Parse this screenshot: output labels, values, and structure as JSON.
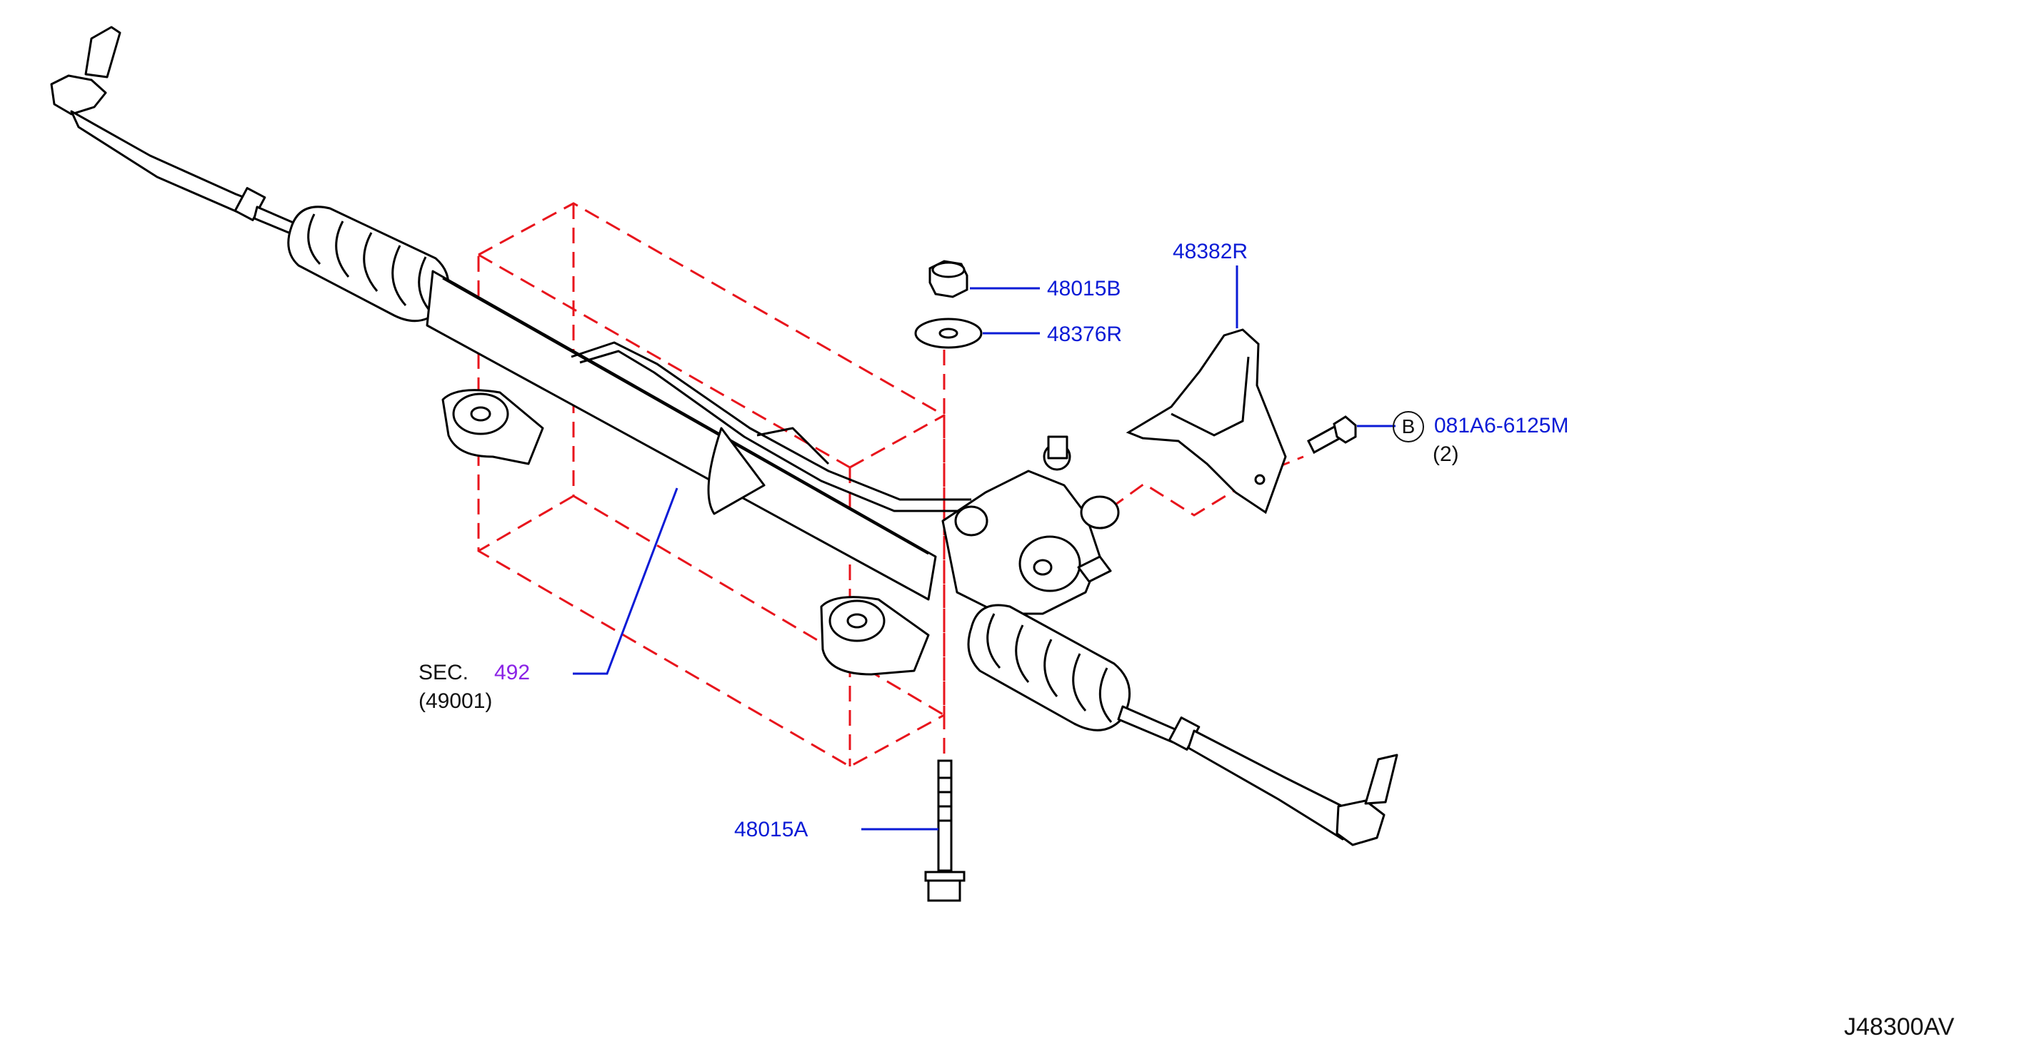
{
  "diagram_id": "J48300AV",
  "section": {
    "prefix": "SEC.",
    "number": "492",
    "subcode": "(49001)"
  },
  "parts": {
    "nut": "48015B",
    "washer": "48376R",
    "heat_insulator": "48382R",
    "bolt_code": "081A6-6125M",
    "bolt_qty": "(2)",
    "bolt_marker": "B",
    "lower_bolt": "48015A"
  },
  "colors": {
    "leader": "#0b1bd6",
    "part_label": "#0b1bd6",
    "section_ref": "#8a22e6",
    "dashed_box": "#e8141c",
    "line_art": "#000000"
  }
}
